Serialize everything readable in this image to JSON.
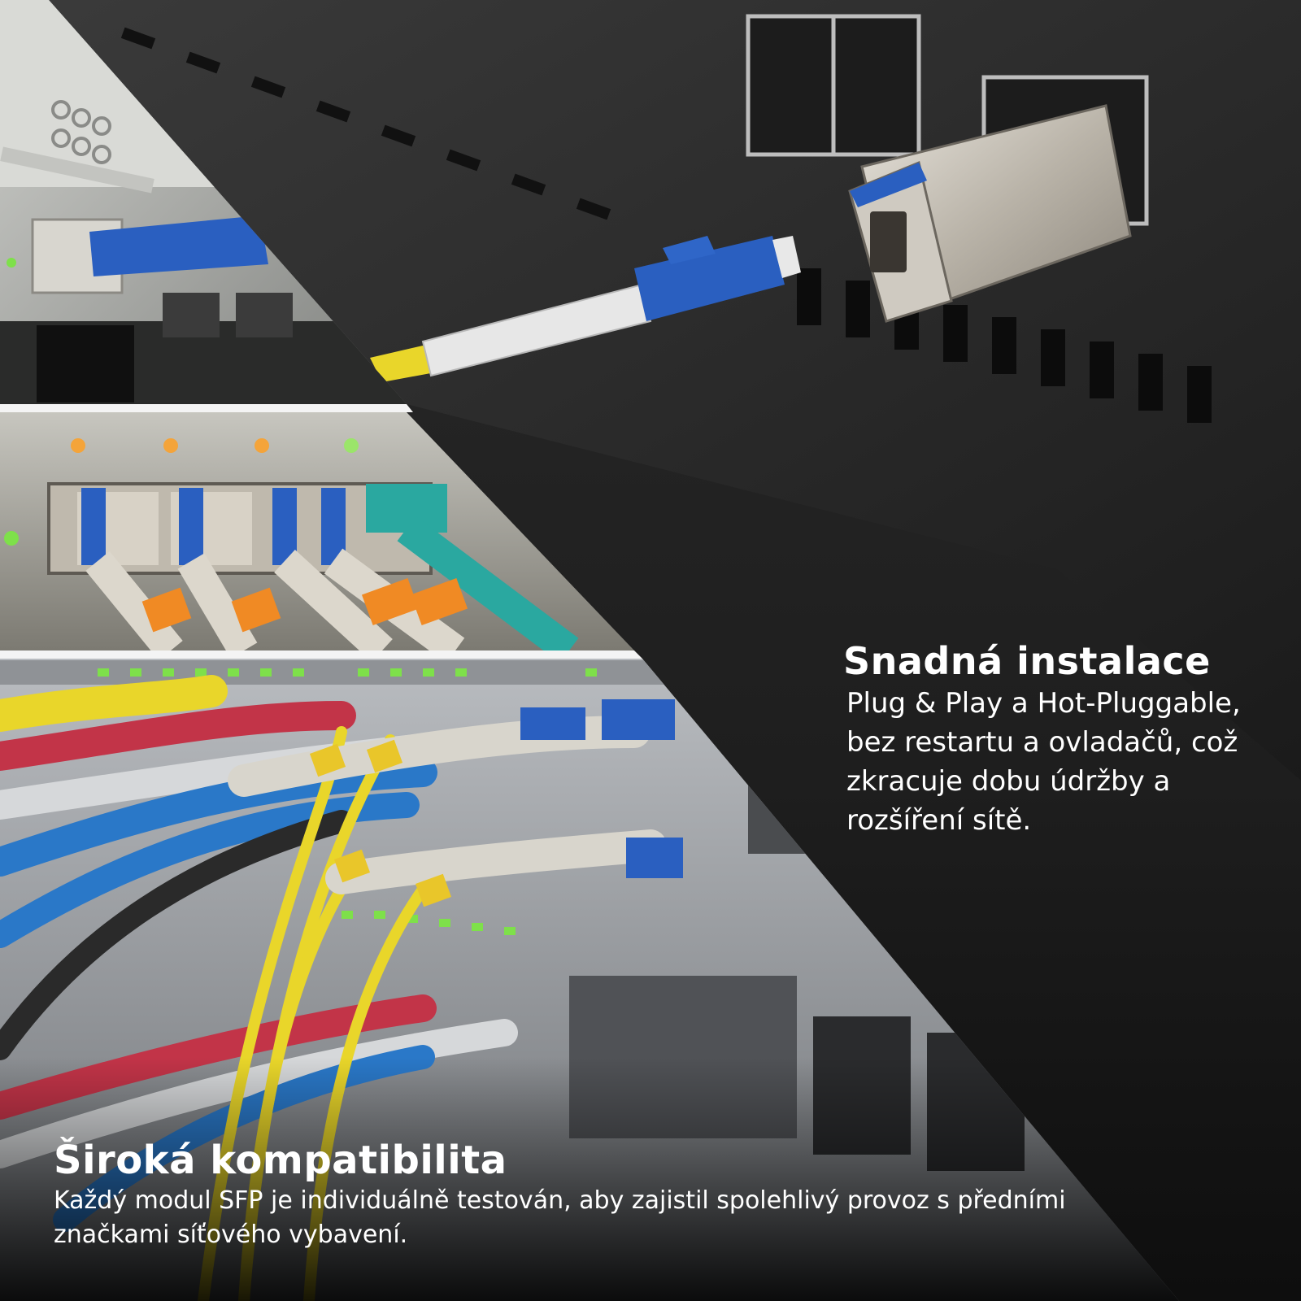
{
  "colors": {
    "background": "#1b1b1b",
    "text": "#ffffff",
    "connector_blue": "#2a5fc0",
    "fiber_yellow": "#e9d62a",
    "fiber_aqua": "#2aa8a0",
    "boot_orange": "#f08a24",
    "led_green": "#7ee04a",
    "led_amber": "#f4a43a"
  },
  "install": {
    "title": "Snadná instalace",
    "body": "Plug & Play a Hot-Pluggable, bez restartu a ovladačů, což zkracuje dobu údržby a rozšíření sítě."
  },
  "compat": {
    "title": "Široká kompatibilita",
    "body": "Každý modul SFP je individuálně testován, aby zajistil spolehlivý provoz s předními značkami síťového vybavení."
  }
}
